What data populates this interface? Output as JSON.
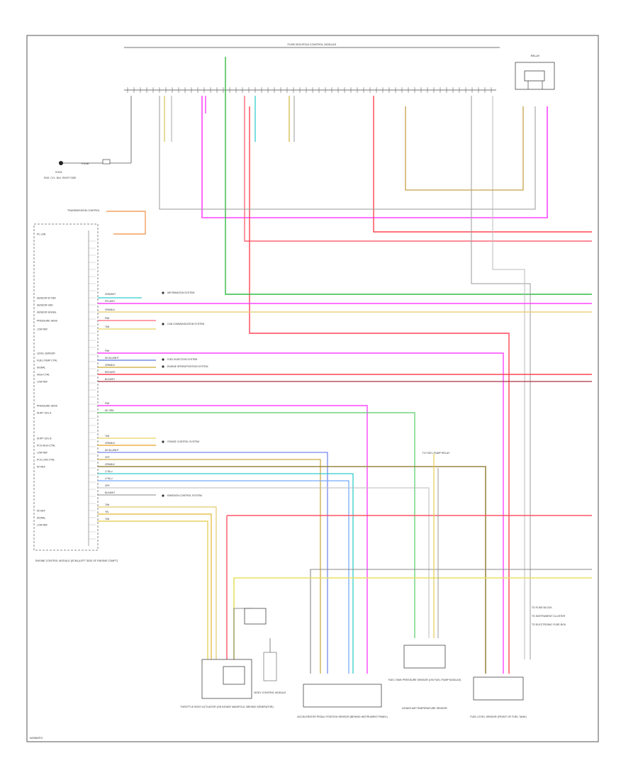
{
  "diagram": {
    "fig_code": "W2580FG",
    "top_module": "FUSE BOX/PCM CONTROL MODULE",
    "relay_label": "RELAY",
    "fuse_label": "FUSE",
    "ground_label": "G101",
    "ground_note": "ENG. CYL. BLK. RIGHT SIDE",
    "ecm_title": "ENGINE CONTROL MODULE (ECM) (LEFT SIDE OF ENGINE COMPT)",
    "ecm_top_label": "TRANSMISSION CONTROL",
    "ecm_pin_labels": [
      "PC LAN",
      "SENSOR 5V REF",
      "SENSOR GND",
      "SENSOR SIGNAL",
      "PRESSURE SENS",
      "LOW REF",
      "LEVEL SENSOR",
      "FUEL PUMP CTRL",
      "SIGNAL",
      "HIGH CTRL",
      "LOW REF",
      "PRESSURE SENS",
      "SHIFT SOL A",
      "SHIFT SOL B",
      "PCS HIGH CTRL",
      "LOW REF",
      "PCS LOW CTRL",
      "5V REF",
      "5V REF",
      "SIGNAL",
      "LOW REF"
    ],
    "wire_labels": [
      "GRN/WHT",
      "PPL/WHT",
      "ORN/BLK",
      "TAN",
      "PNK",
      "DK BLU/WHT",
      "BLK/WHT",
      "RED/WHT",
      "DK GRN",
      "YEL",
      "BRN",
      "GRY",
      "LT BLU"
    ],
    "system_refs": [
      "INFORMATION SYSTEM",
      "CAN COMMUNICATION SYSTEM",
      "FUEL INJECTION SYSTEM",
      "ENGINE SPEED/POSITION SYSTEM",
      "CRUISE CONTROL SYSTEM",
      "EMISSION CONTROL SYSTEM"
    ],
    "components": [
      "THROTTLE BODY ACTUATOR (ON INTAKE MANIFOLD, BEHIND GENERATOR)",
      "BODY CONTROL MODULE",
      "ACCELERATOR PEDAL POSITION SENSOR (BEHIND INSTRUMENT PANEL)",
      "FUEL TANK PRESSURE SENSOR (ON FUEL PUMP MODULE)",
      "INTAKE AIR TEMPERATURE SENSOR",
      "FUEL LEVEL SENSOR (FRONT OF FUEL TANK)"
    ],
    "fuel_note": "TO FUEL PUMP RELAY",
    "right_refs": [
      "TO FUSE BLOCK",
      "TO INSTRUMENT CLUSTER",
      "TO ELECTRONIC FUSE BOX"
    ]
  }
}
